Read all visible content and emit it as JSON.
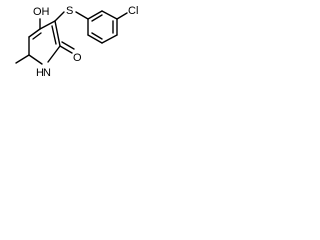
{
  "molecule": {
    "atoms": {
      "hydroxyl": "OH",
      "sulfur": "S",
      "chlorine": "Cl",
      "methyl": "",
      "nitrogen": "N",
      "hydrogen": "H",
      "carbonyl_oxygen": "O"
    }
  },
  "colors": {
    "bond": "#000000",
    "label": "#000000",
    "background": "#ffffff"
  }
}
